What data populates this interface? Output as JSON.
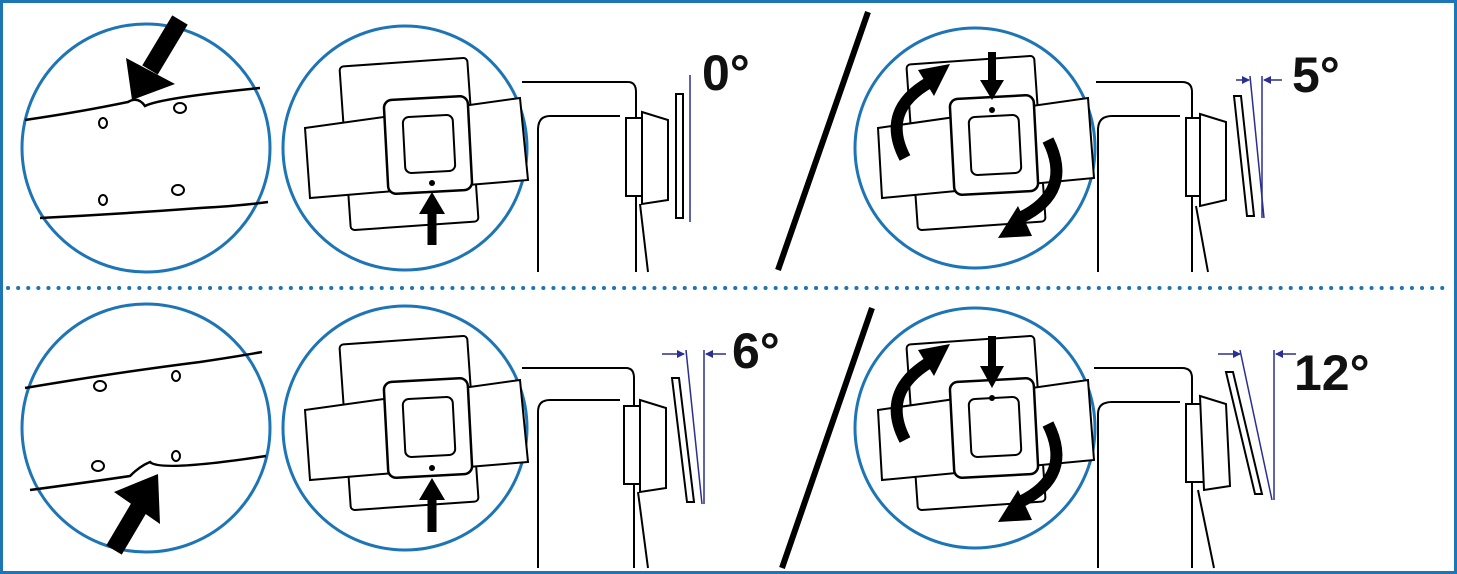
{
  "frame": {
    "border_color": "#1d75b6"
  },
  "separator": {
    "color": "#1d75b6",
    "style": "dotted"
  },
  "callout_circle": {
    "color": "#1d75b6"
  },
  "dimension_line": {
    "color": "#2b2f8f"
  },
  "panels": [
    {
      "id": "top-left",
      "angle_label": "0°"
    },
    {
      "id": "top-right",
      "angle_label": "5°"
    },
    {
      "id": "bottom-left",
      "angle_label": "6°"
    },
    {
      "id": "bottom-right",
      "angle_label": "12°"
    }
  ]
}
